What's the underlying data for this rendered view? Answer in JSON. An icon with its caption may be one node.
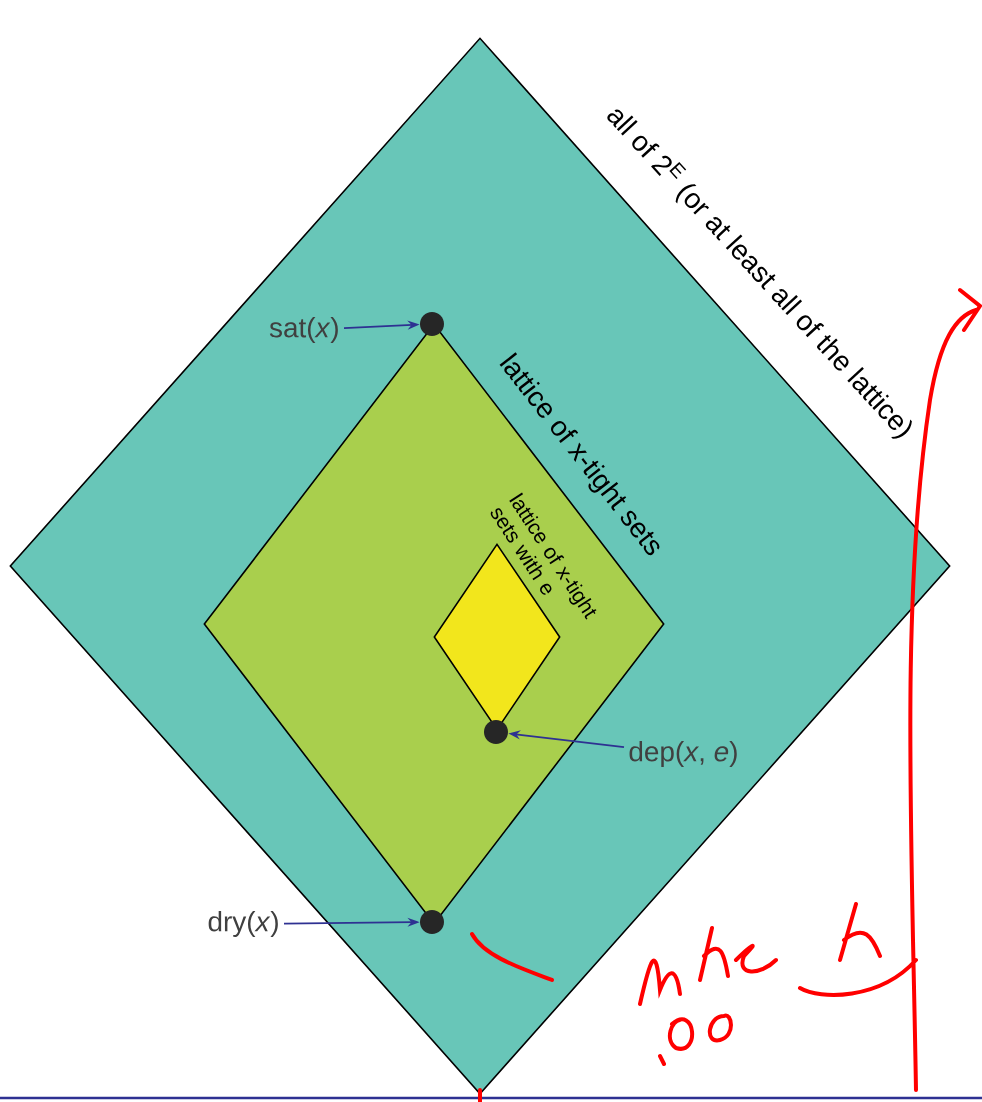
{
  "diagram": {
    "nodes": [
      {
        "text": [
          "all of 2$^{E}$ (or at least all of the lattice)"
        ]
      },
      {
        "text": [
          "lattice of x-tight sets"
        ],
        "in": 0
      },
      {
        "text": [
          "lattice of x-tight sets with e"
        ],
        "in": 1
      },
      {
        "text": [],
        "shape": "circle",
        "in": 0
      },
      {
        "text": [],
        "shape": "circle",
        "in": 1
      },
      {
        "text": [],
        "shape": "circle",
        "in": 0
      },
      {
        "text": [
          "sat(*x*)"
        ],
        "in": 0
      },
      {
        "text": [
          "dep(*x*, *e*)"
        ],
        "in": 0
      },
      {
        "text": [
          "dry(*x*)"
        ],
        "in": 0
      }
    ],
    "edges": [
      {
        "from": 6,
        "to": 3,
        "arrow": "to"
      },
      {
        "from": 7,
        "to": 4,
        "arrow": "to"
      },
      {
        "from": 8,
        "to": 5,
        "arrow": "to"
      }
    ]
  }
}
